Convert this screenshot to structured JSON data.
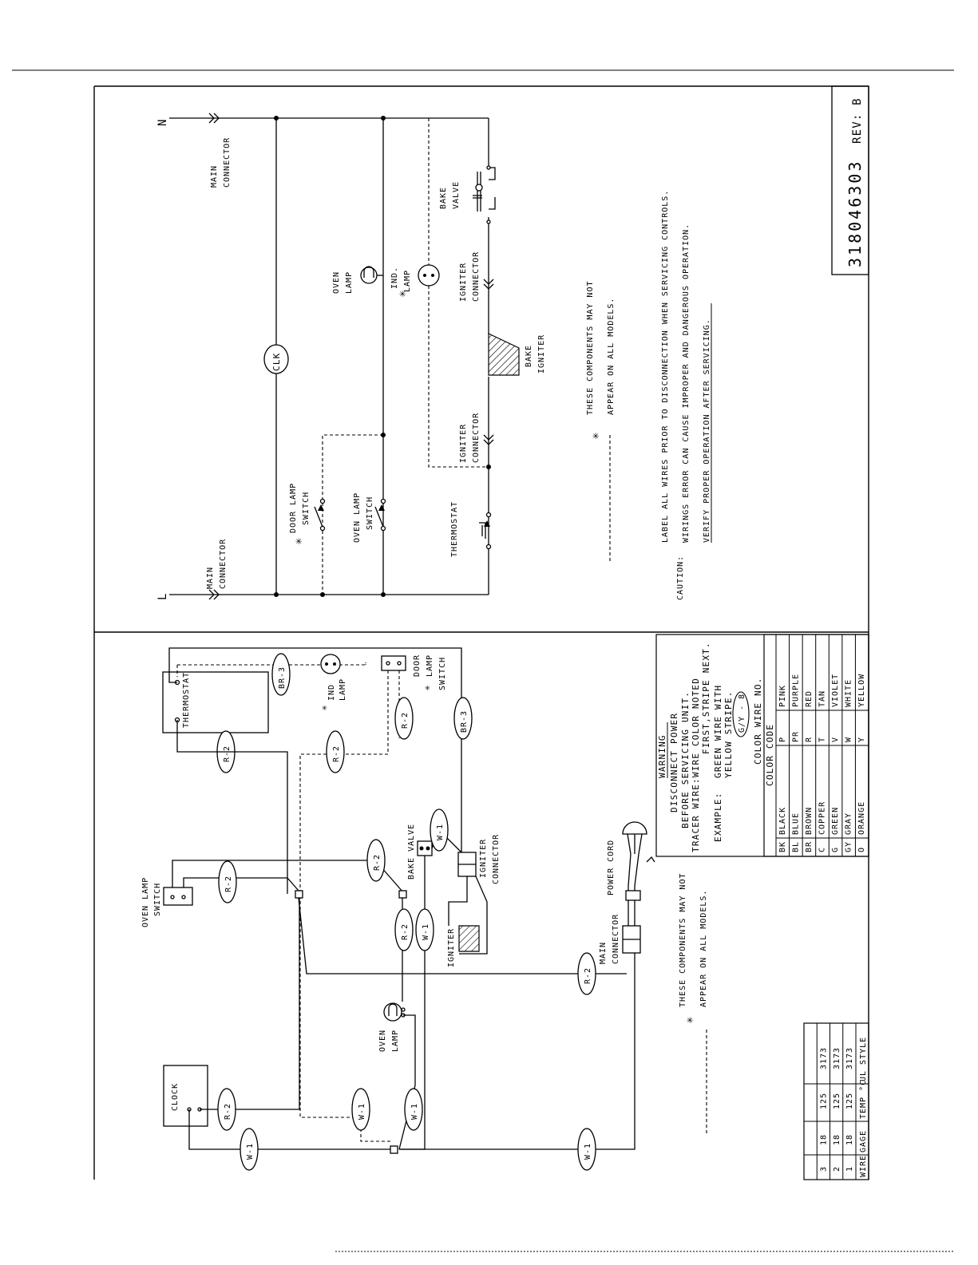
{
  "doc": {
    "part_number": "318046303",
    "rev": "REV: B"
  },
  "schematic": {
    "neutral": "N",
    "line": "L",
    "main_connector": [
      "MAIN",
      "CONNECTOR"
    ],
    "clock": "CLK",
    "oven_lamp": [
      "OVEN",
      "LAMP"
    ],
    "ind_lamp": [
      "IND.",
      "LAMP"
    ],
    "bake_valve": [
      "BAKE",
      "VALVE"
    ],
    "igniter_connector": [
      "IGNITER",
      "CONNECTOR"
    ],
    "bake_igniter": [
      "BAKE",
      "IGNITER"
    ],
    "door_lamp_switch": [
      "DOOR LAMP",
      "SWITCH"
    ],
    "oven_lamp_switch": [
      "OVEN LAMP",
      "SWITCH"
    ],
    "thermostat": "THERMOSTAT",
    "asterisk": "✳",
    "note_components": [
      "THESE COMPONENTS MAY NOT",
      "APPEAR ON ALL MODELS."
    ],
    "caution_label": "CAUTION:",
    "caution_lines": [
      "LABEL ALL WIRES PRIOR TO DISCONNECTION WHEN SERVICING CONTROLS.",
      "WIRINGS ERROR CAN CAUSE IMPROPER AND DANGEROUS OPERATION.",
      "VERIFY PROPER OPERATION AFTER SERVICING."
    ]
  },
  "wiring": {
    "thermostat": "THERMOSTAT",
    "ind_lamp": [
      "IND",
      "LAMP"
    ],
    "door_lamp_switch": [
      "DOOR",
      "LAMP",
      "SWITCH"
    ],
    "oven_lamp_switch": [
      "OVEN LAMP",
      "SWITCH"
    ],
    "bake_valve": "BAKE VALVE",
    "igniter_connector": [
      "IGNITER",
      "CONNECTOR"
    ],
    "igniter": "IGNITER",
    "power_cord": "POWER CORD",
    "main_connector": [
      "MAIN",
      "CONNECTOR"
    ],
    "oven_lamp": [
      "OVEN",
      "LAMP"
    ],
    "clock": "CLOCK",
    "asterisk": "✳",
    "note_components": [
      "THESE COMPONENTS MAY NOT",
      "APPEAR ON ALL MODELS."
    ],
    "tags": {
      "br3": "BR-3",
      "r2": "R-2",
      "w1": "W-1"
    }
  },
  "warning": {
    "title": "WARNING",
    "lines": [
      "DISCONNECT POWER",
      "BEFORE SERVICING UNIT."
    ],
    "tracer": "TRACER WIRE:WIRE COLOR NOTED",
    "tracer2": "FIRST,STRIPE NEXT.",
    "example_label": "EXAMPLE:",
    "example_lines": [
      "GREEN WIRE WITH",
      "YELLOW STRIPE."
    ],
    "example_code": "G/Y - 8",
    "color_wire_no": "COLOR WIRE NO."
  },
  "color_code": {
    "title": "COLOR CODE",
    "left": [
      {
        "code": "BK",
        "name": "BLACK"
      },
      {
        "code": "BL",
        "name": "BLUE"
      },
      {
        "code": "BR",
        "name": "BROWN"
      },
      {
        "code": "C",
        "name": "COPPER"
      },
      {
        "code": "G",
        "name": "GREEN"
      },
      {
        "code": "GY",
        "name": "GRAY"
      },
      {
        "code": "O",
        "name": "ORANGE"
      }
    ],
    "right": [
      {
        "code": "P",
        "name": "PINK"
      },
      {
        "code": "PR",
        "name": "PURPLE"
      },
      {
        "code": "R",
        "name": "RED"
      },
      {
        "code": "T",
        "name": "TAN"
      },
      {
        "code": "V",
        "name": "VIOLET"
      },
      {
        "code": "W",
        "name": "WHITE"
      },
      {
        "code": "Y",
        "name": "YELLOW"
      }
    ]
  },
  "wire_table": {
    "headers": [
      "WIRE",
      "GAGE",
      "TEMP °C",
      "UL STYLE"
    ],
    "rows": [
      {
        "wire": "1",
        "gage": "18",
        "temp": "125",
        "style": "3173"
      },
      {
        "wire": "2",
        "gage": "18",
        "temp": "125",
        "style": "3173"
      },
      {
        "wire": "3",
        "gage": "18",
        "temp": "125",
        "style": "3173"
      }
    ]
  }
}
